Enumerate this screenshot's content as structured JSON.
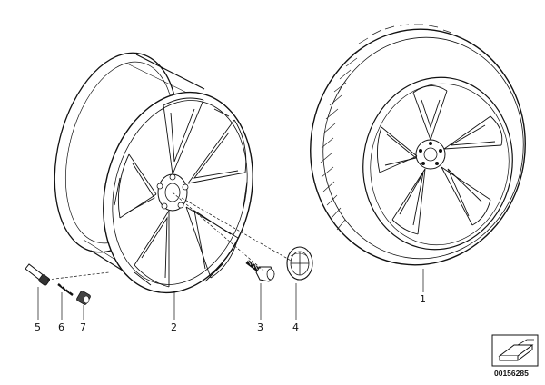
{
  "diagram": {
    "callouts": [
      {
        "id": "1",
        "label": "1"
      },
      {
        "id": "2",
        "label": "2"
      },
      {
        "id": "3",
        "label": "3"
      },
      {
        "id": "4",
        "label": "4"
      },
      {
        "id": "5",
        "label": "5"
      },
      {
        "id": "6",
        "label": "6"
      },
      {
        "id": "7",
        "label": "7"
      }
    ],
    "reference_number": "00156285",
    "icon": "part-view-icon"
  }
}
